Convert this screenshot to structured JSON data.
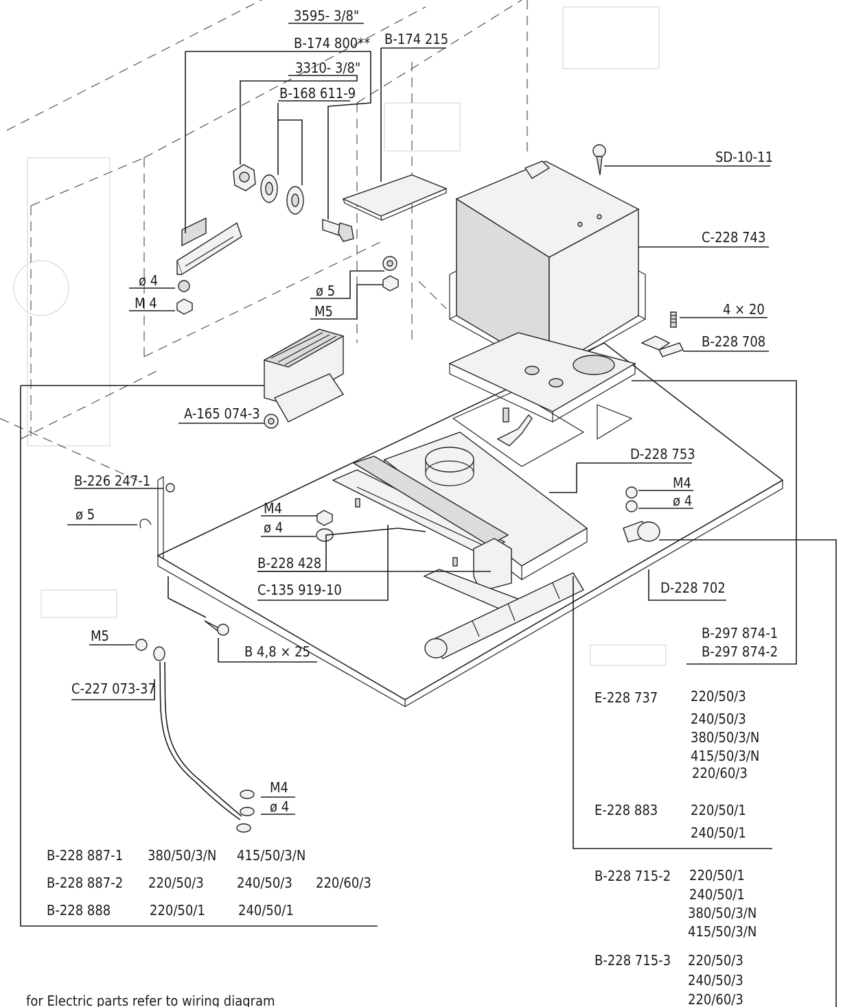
{
  "labels": {
    "bolt_3595": "3595- 3/8\"",
    "b174800": "B-174 800**",
    "b174215": "B-174 215",
    "nut_3310": "3310- 3/8\"",
    "b168611": "B-168 611-9",
    "sd1011": "SD-10-11",
    "c228743": "C-228 743",
    "d4_left": "ø 4",
    "m4_left": "M 4",
    "d5_mid": "ø 5",
    "m5_mid": "M5",
    "screw_4x20": "4 × 20",
    "b228708": "B-228 708",
    "a165074": "A-165 074-3",
    "d228753": "D-228 753",
    "b226247": "B-226 247-1",
    "m4_center": "M4",
    "d4_center": "ø 4",
    "m4_right": "M4",
    "d4_right": "ø 4",
    "d5_left": "ø 5",
    "b228428": "B-228 428",
    "c135919": "C-135 919-10",
    "d228702": "D-228 702",
    "m5_bottom": "M5",
    "screw_b48x25": "B 4,8 × 25",
    "b297874_1": "B-297 874-1",
    "b297874_2": "B-297 874-2",
    "c227073": "C-227 073-37",
    "m4_bottom": "M4",
    "d4_bottom": "ø 4"
  },
  "right_table": [
    {
      "part": "E-228 737",
      "voltages": [
        "220/50/3",
        "240/50/3",
        "380/50/3/N",
        "415/50/3/N",
        "220/60/3"
      ]
    },
    {
      "part": "E-228 883",
      "voltages": [
        "220/50/1",
        "240/50/1"
      ]
    },
    {
      "part": "B-228 715-2",
      "voltages": [
        "220/50/1",
        "240/50/1",
        "380/50/3/N",
        "415/50/3/N"
      ]
    },
    {
      "part": "B-228 715-3",
      "voltages": [
        "220/50/3",
        "240/50/3",
        "220/60/3"
      ]
    }
  ],
  "left_table": [
    {
      "part": "B-228 887-1",
      "voltages": [
        "380/50/3/N",
        "415/50/3/N"
      ]
    },
    {
      "part": "B-228 887-2",
      "voltages": [
        "220/50/3",
        "240/50/3",
        "220/60/3"
      ]
    },
    {
      "part": "B-228 888",
      "voltages": [
        "220/50/1",
        "240/50/1"
      ]
    }
  ],
  "footnote": "for Electric parts refer to wiring diagram"
}
